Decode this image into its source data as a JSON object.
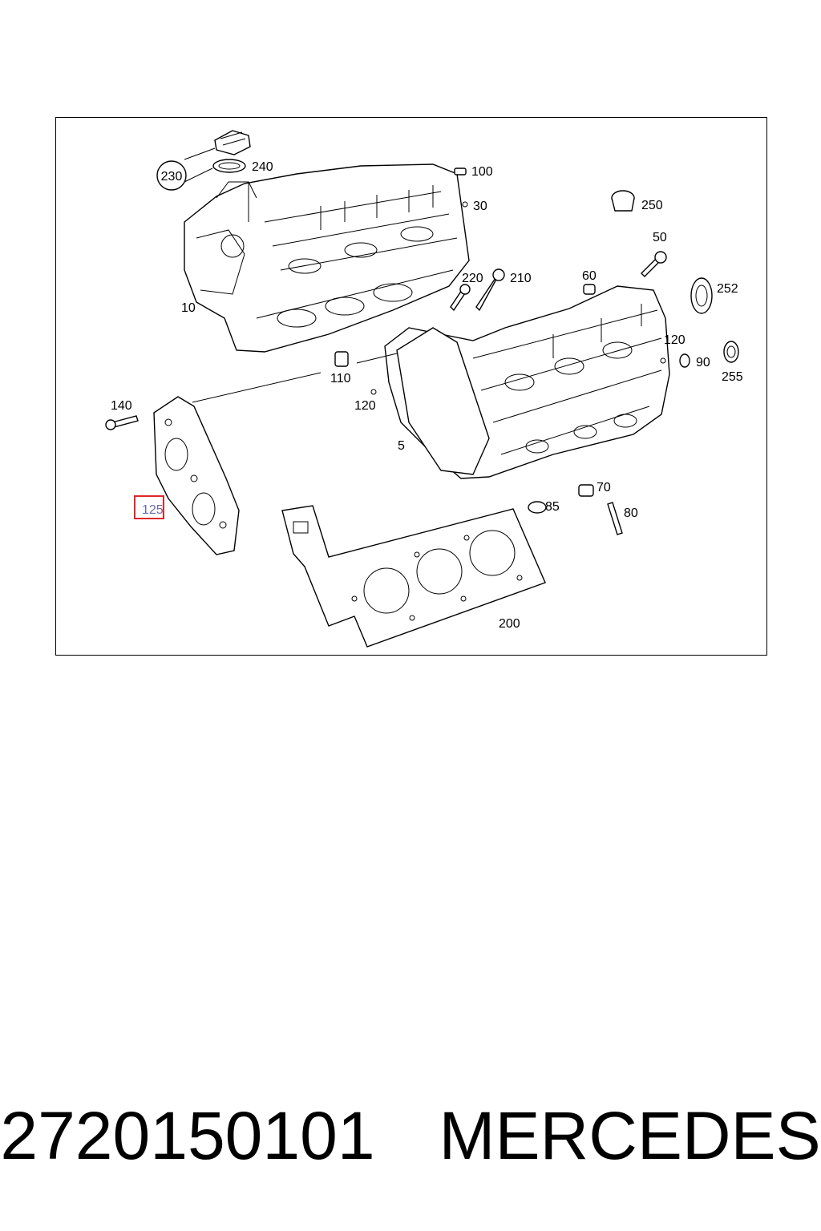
{
  "diagram": {
    "callouts": {
      "c5": "5",
      "c10": "10",
      "c30": "30",
      "c50": "50",
      "c60": "60",
      "c70": "70",
      "c80": "80",
      "c85": "85",
      "c90": "90",
      "c100": "100",
      "c110": "110",
      "c120a": "120",
      "c120b": "120",
      "c125": "125",
      "c140": "140",
      "c200": "200",
      "c210": "210",
      "c220": "220",
      "c230": "230",
      "c240": "240",
      "c250": "250",
      "c252": "252",
      "c255": "255"
    },
    "highlighted_callout": "125",
    "highlight_color": "#e0262b"
  },
  "caption": {
    "part_number": "2720150101",
    "brand": "MERCEDES"
  }
}
